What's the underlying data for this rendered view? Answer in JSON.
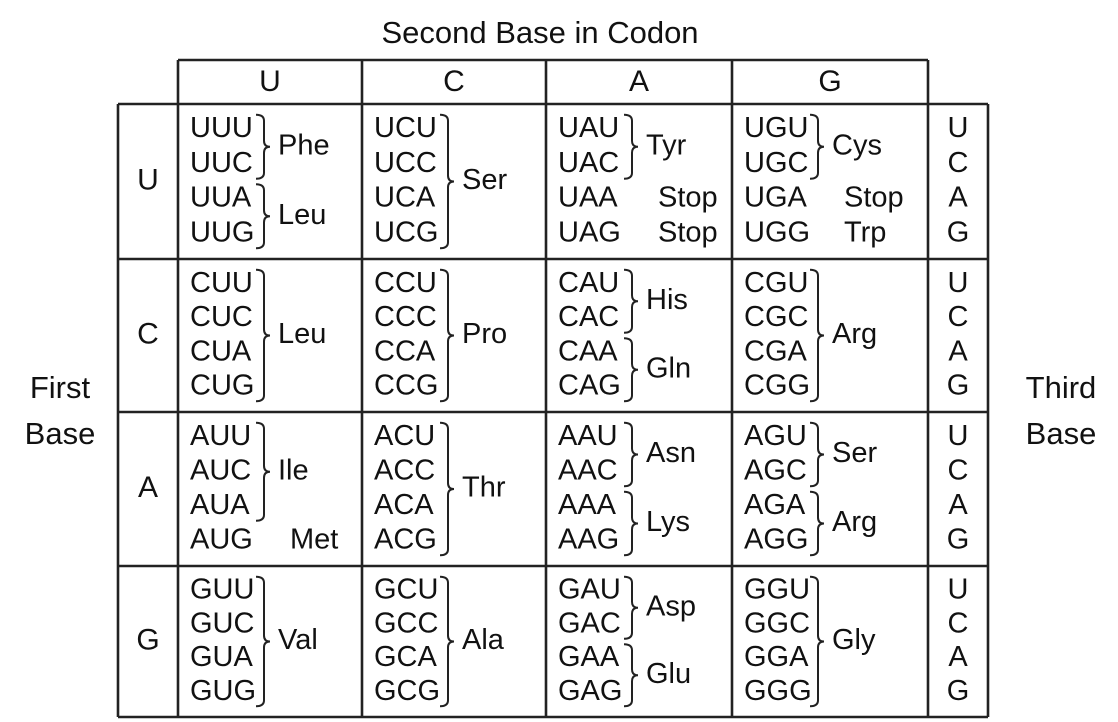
{
  "title": "Second Base in Codon",
  "first_base_label": [
    "First",
    "Base"
  ],
  "third_base_label": [
    "Third",
    "Base"
  ],
  "second_bases": [
    "U",
    "C",
    "A",
    "G"
  ],
  "first_bases": [
    "U",
    "C",
    "A",
    "G"
  ],
  "third_bases": [
    "U",
    "C",
    "A",
    "G"
  ],
  "blocks": [
    [
      {
        "codons": [
          "UUU",
          "UUC",
          "UUA",
          "UUG"
        ],
        "groups": [
          {
            "start": 0,
            "end": 1,
            "aa": "Phe"
          },
          {
            "start": 2,
            "end": 3,
            "aa": "Leu"
          }
        ]
      },
      {
        "codons": [
          "UCU",
          "UCC",
          "UCA",
          "UCG"
        ],
        "groups": [
          {
            "start": 0,
            "end": 3,
            "aa": "Ser"
          }
        ]
      },
      {
        "codons": [
          "UAU",
          "UAC",
          "UAA",
          "UAG"
        ],
        "groups": [
          {
            "start": 0,
            "end": 1,
            "aa": "Tyr"
          },
          {
            "start": 2,
            "end": 2,
            "aa": "Stop",
            "single": true
          },
          {
            "start": 3,
            "end": 3,
            "aa": "Stop",
            "single": true
          }
        ]
      },
      {
        "codons": [
          "UGU",
          "UGC",
          "UGA",
          "UGG"
        ],
        "groups": [
          {
            "start": 0,
            "end": 1,
            "aa": "Cys"
          },
          {
            "start": 2,
            "end": 2,
            "aa": "Stop",
            "single": true
          },
          {
            "start": 3,
            "end": 3,
            "aa": "Trp",
            "single": true
          }
        ]
      }
    ],
    [
      {
        "codons": [
          "CUU",
          "CUC",
          "CUA",
          "CUG"
        ],
        "groups": [
          {
            "start": 0,
            "end": 3,
            "aa": "Leu"
          }
        ]
      },
      {
        "codons": [
          "CCU",
          "CCC",
          "CCA",
          "CCG"
        ],
        "groups": [
          {
            "start": 0,
            "end": 3,
            "aa": "Pro"
          }
        ]
      },
      {
        "codons": [
          "CAU",
          "CAC",
          "CAA",
          "CAG"
        ],
        "groups": [
          {
            "start": 0,
            "end": 1,
            "aa": "His"
          },
          {
            "start": 2,
            "end": 3,
            "aa": "Gln"
          }
        ]
      },
      {
        "codons": [
          "CGU",
          "CGC",
          "CGA",
          "CGG"
        ],
        "groups": [
          {
            "start": 0,
            "end": 3,
            "aa": "Arg"
          }
        ]
      }
    ],
    [
      {
        "codons": [
          "AUU",
          "AUC",
          "AUA",
          "AUG"
        ],
        "groups": [
          {
            "start": 0,
            "end": 2,
            "aa": "Ile"
          },
          {
            "start": 3,
            "end": 3,
            "aa": "Met",
            "single": true
          }
        ]
      },
      {
        "codons": [
          "ACU",
          "ACC",
          "ACA",
          "ACG"
        ],
        "groups": [
          {
            "start": 0,
            "end": 3,
            "aa": "Thr"
          }
        ]
      },
      {
        "codons": [
          "AAU",
          "AAC",
          "AAA",
          "AAG"
        ],
        "groups": [
          {
            "start": 0,
            "end": 1,
            "aa": "Asn"
          },
          {
            "start": 2,
            "end": 3,
            "aa": "Lys"
          }
        ]
      },
      {
        "codons": [
          "AGU",
          "AGC",
          "AGA",
          "AGG"
        ],
        "groups": [
          {
            "start": 0,
            "end": 1,
            "aa": "Ser"
          },
          {
            "start": 2,
            "end": 3,
            "aa": "Arg"
          }
        ]
      }
    ],
    [
      {
        "codons": [
          "GUU",
          "GUC",
          "GUA",
          "GUG"
        ],
        "groups": [
          {
            "start": 0,
            "end": 3,
            "aa": "Val"
          }
        ]
      },
      {
        "codons": [
          "GCU",
          "GCC",
          "GCA",
          "GCG"
        ],
        "groups": [
          {
            "start": 0,
            "end": 3,
            "aa": "Ala"
          }
        ]
      },
      {
        "codons": [
          "GAU",
          "GAC",
          "GAA",
          "GAG"
        ],
        "groups": [
          {
            "start": 0,
            "end": 1,
            "aa": "Asp"
          },
          {
            "start": 2,
            "end": 3,
            "aa": "Glu"
          }
        ]
      },
      {
        "codons": [
          "GGU",
          "GGC",
          "GGA",
          "GGG"
        ],
        "groups": [
          {
            "start": 0,
            "end": 3,
            "aa": "Gly"
          }
        ]
      }
    ]
  ]
}
